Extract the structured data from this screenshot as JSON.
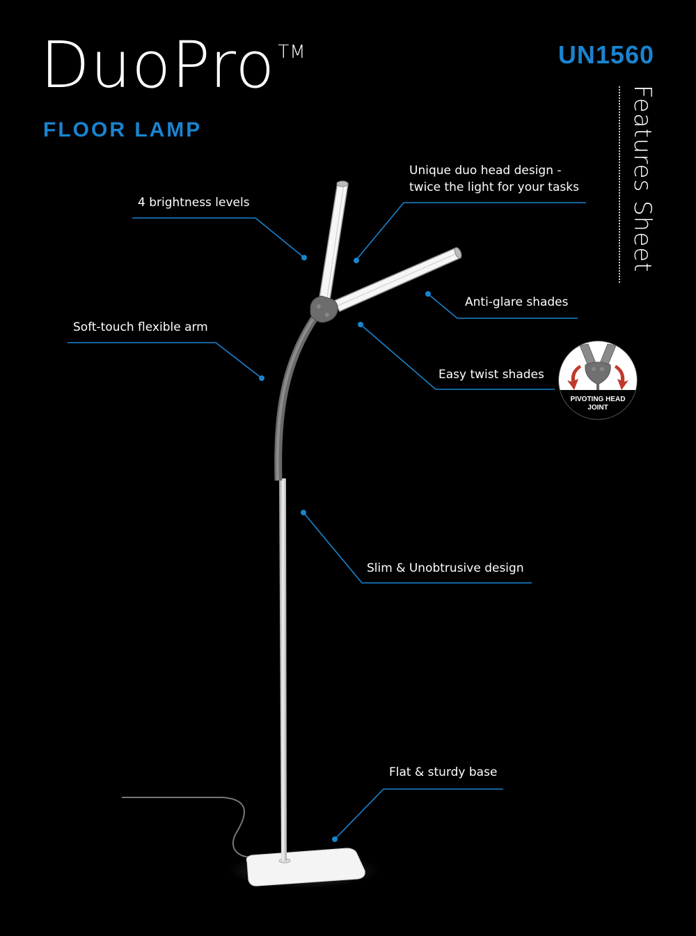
{
  "header": {
    "product_name": "DuoPro",
    "trademark": "TM",
    "product_type": "FLOOR LAMP",
    "model_number": "UN1560",
    "sheet_title": "Features Sheet"
  },
  "features": [
    {
      "label": "4 brightness levels"
    },
    {
      "label_line1": "Unique duo head design -",
      "label_line2": "twice the light for your tasks"
    },
    {
      "label": "Anti-glare shades"
    },
    {
      "label": "Soft-touch flexible arm"
    },
    {
      "label": "Easy twist shades"
    },
    {
      "label": "Slim & Unobtrusive design"
    },
    {
      "label": "Flat & sturdy base"
    }
  ],
  "badge": {
    "line1": "PIVOTING HEAD",
    "line2": "JOINT"
  },
  "colors": {
    "accent_blue": "#1a84cf",
    "background": "#000000",
    "text": "#ffffff"
  }
}
